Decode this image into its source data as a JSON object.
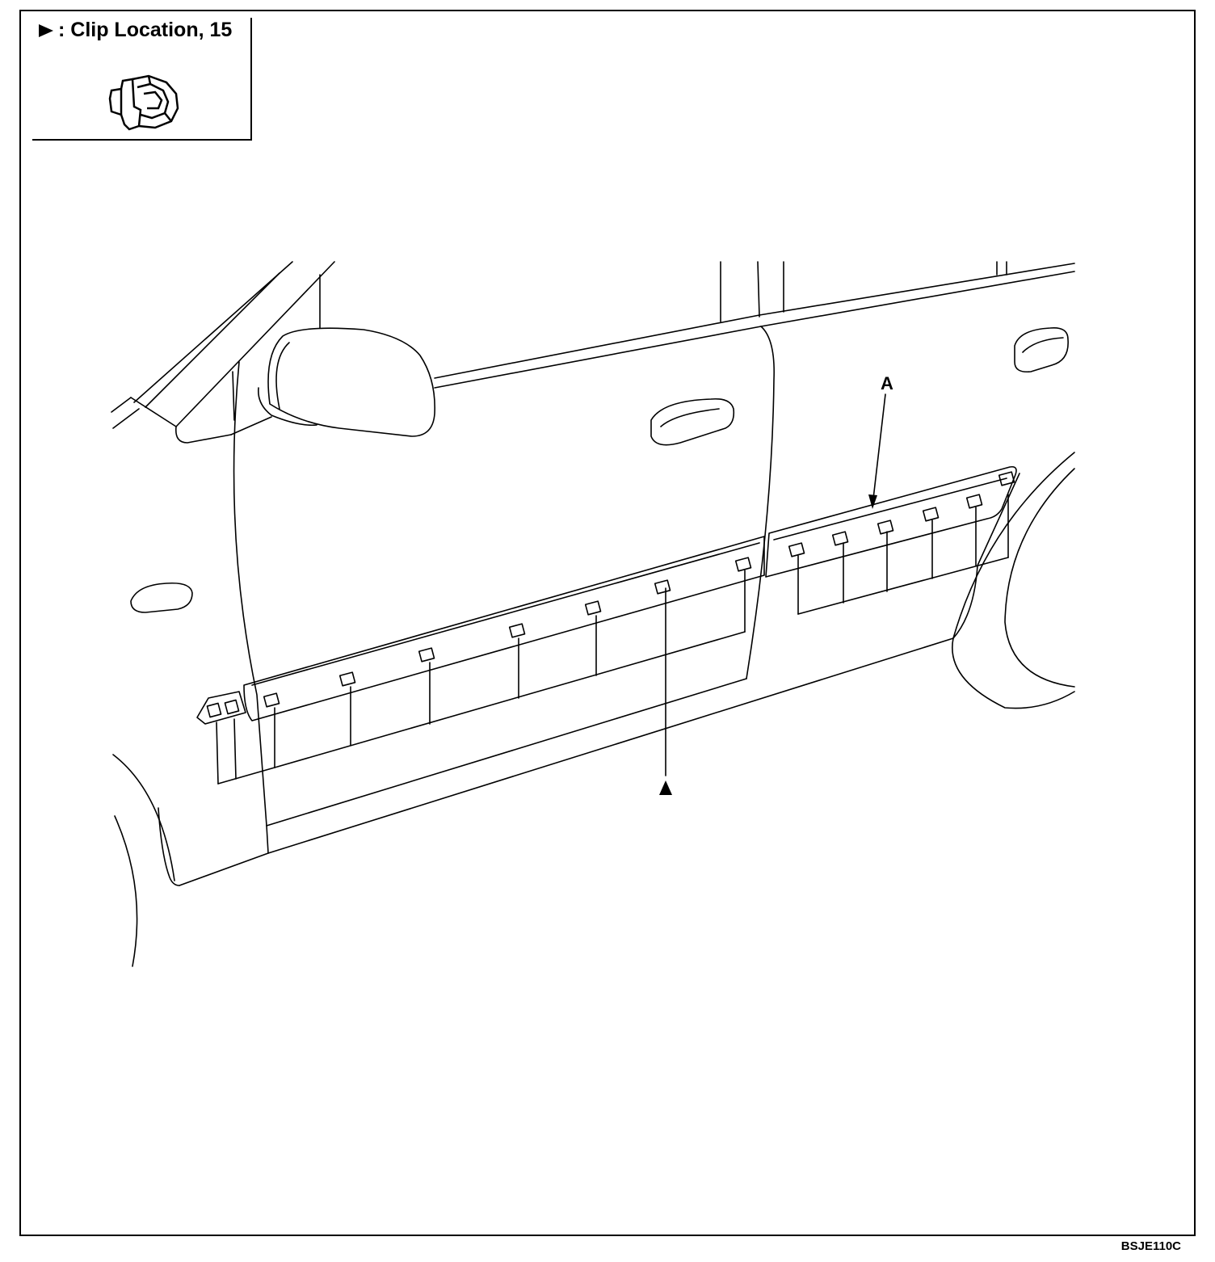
{
  "legend": {
    "text": ": Clip Location, 15",
    "icon": "clip-icon"
  },
  "callout": {
    "label": "A"
  },
  "figure_code": "BSJE110C"
}
